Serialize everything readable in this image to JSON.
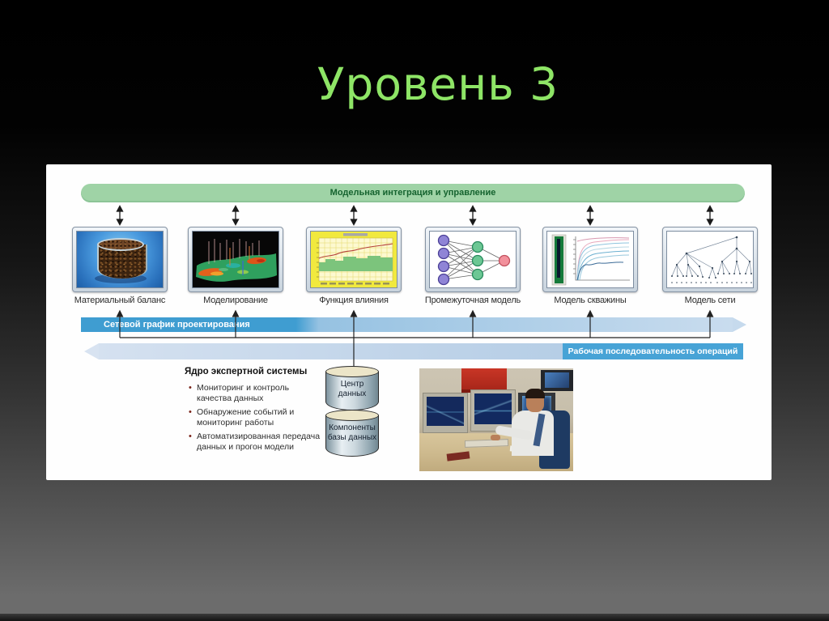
{
  "slide": {
    "title": "Уровень 3"
  },
  "integration_bar": {
    "label": "Модельная интеграция и управление"
  },
  "panels": [
    {
      "label": "Материальный баланс",
      "image": "core-sample-image"
    },
    {
      "label": "Моделирование",
      "image": "reservoir-surface-image"
    },
    {
      "label": "Функция влияния",
      "image": "influence-function-chart-image"
    },
    {
      "label": "Промежуточная модель",
      "image": "neural-network-image"
    },
    {
      "label": "Модель скважины",
      "image": "well-model-image"
    },
    {
      "label": "Модель сети",
      "image": "network-tree-image"
    }
  ],
  "flow_arrows": {
    "design_schedule": "Сетевой график проектирования",
    "operations_sequence": "Рабочая последовательность операций"
  },
  "expert_system": {
    "heading": "Ядро экспертной системы",
    "bullets": [
      "Мониторинг и контроль качества данных",
      "Обнаружение событий и мониторинг работы",
      "Автоматизированная передача данных и прогон модели"
    ]
  },
  "databases": {
    "data_center": "Центр данных",
    "db_components": "Компоненты базы данных"
  },
  "colors": {
    "title_green": "#8ee566",
    "bar_green": "#9fd3a6",
    "arrow_dark_blue": "#3f9dd1",
    "arrow_light_blue": "#c9dcee",
    "badge_blue": "#47a3d6"
  }
}
